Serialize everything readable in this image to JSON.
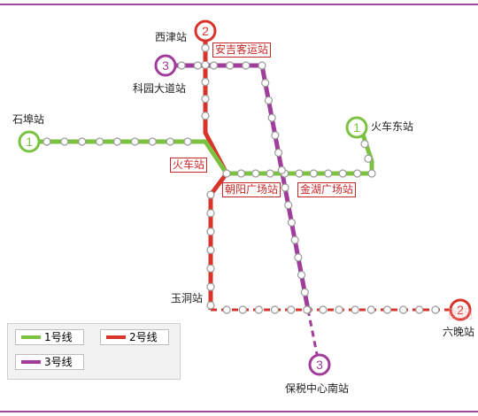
{
  "lines": [
    {
      "id": "line1",
      "number": "1",
      "name": "1号线",
      "color": "#7cc241"
    },
    {
      "id": "line2",
      "number": "2",
      "name": "2号线",
      "color": "#d8342b"
    },
    {
      "id": "line3",
      "number": "3",
      "name": "3号线",
      "color": "#a03c9a"
    }
  ],
  "stations": {
    "xijin": "西津站",
    "anji": "安吉客运站",
    "keyuan": "科园大道站",
    "shibu": "石埠站",
    "huochedong": "火车东站",
    "huoche": "火车站",
    "chaoyang": "朝阳广场站",
    "jinhu": "金湖广场站",
    "yudong": "玉洞站",
    "liucun": "六晚站",
    "baoshui": "保税中心南站"
  },
  "legend": {
    "line1": "1号线",
    "line2": "2号线",
    "line3": "3号线"
  },
  "watermark": "图例"
}
